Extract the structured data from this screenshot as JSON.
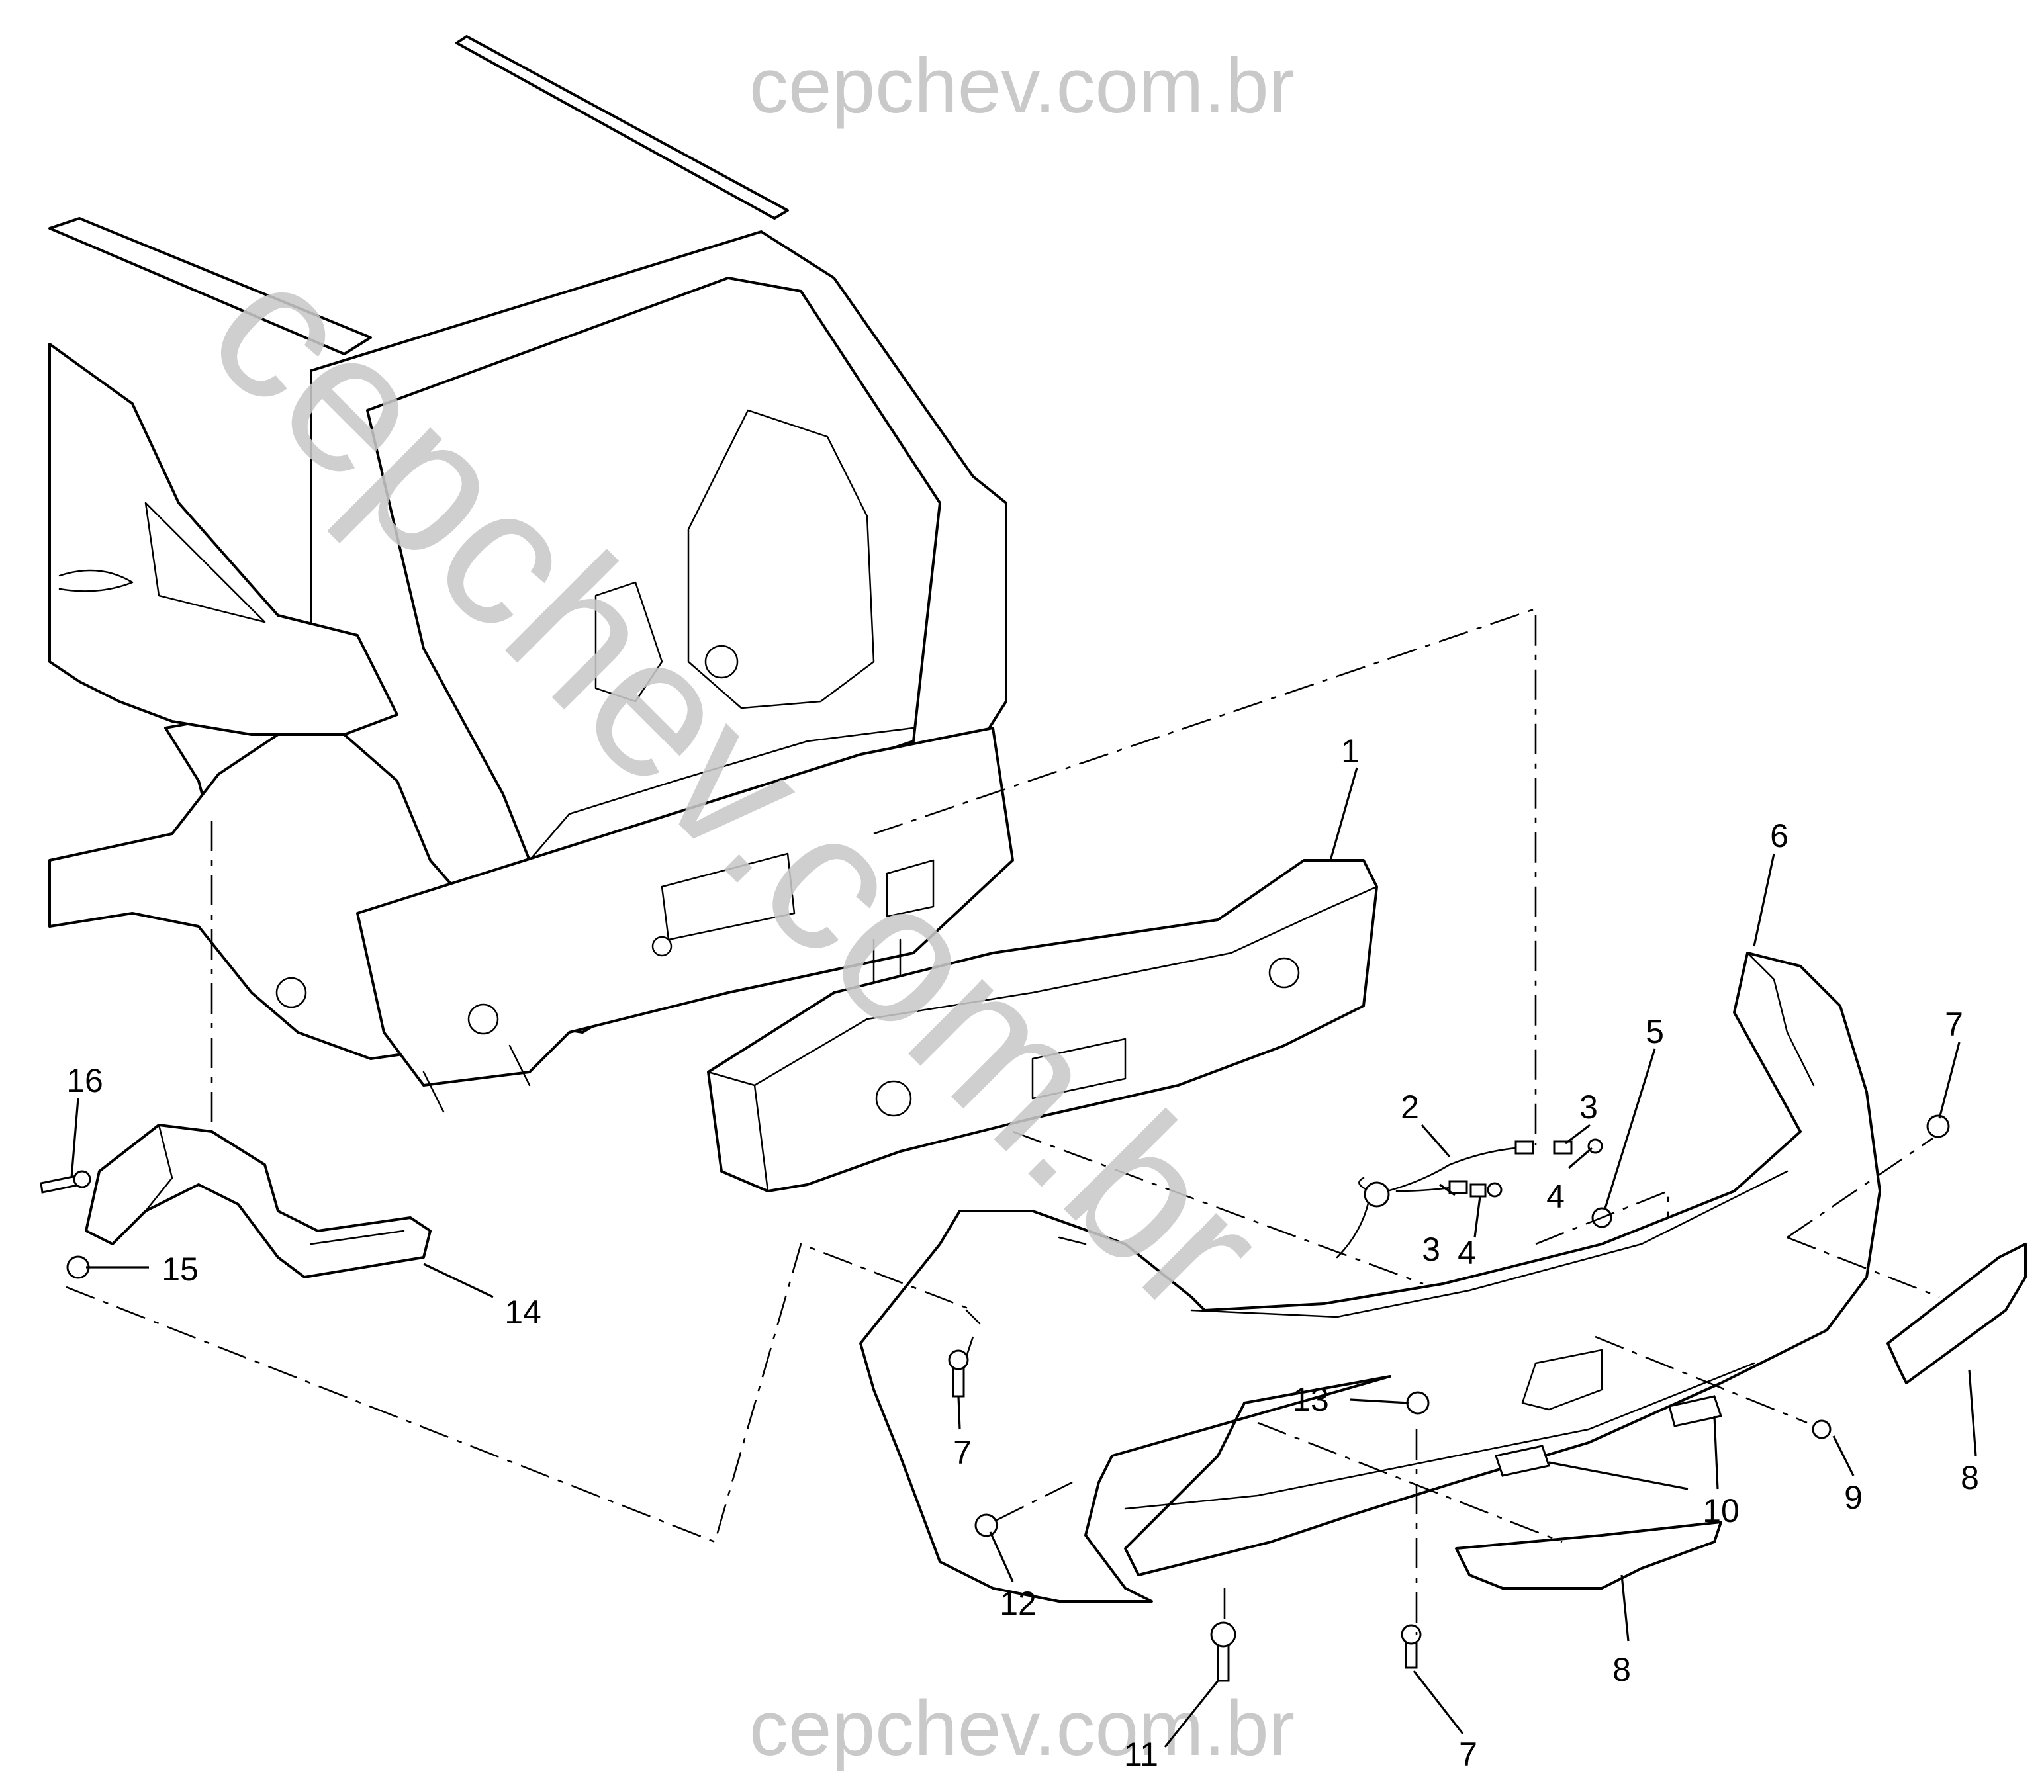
{
  "watermark": {
    "top": "cepchev.com.br",
    "bottom": "cepchev.com.br",
    "diagonal": "cepchev.com.br",
    "color": "#c9c9c9"
  },
  "callouts": {
    "c1": "1",
    "c2": "2",
    "c3a": "3",
    "c3b": "3",
    "c4a": "4",
    "c4b": "4",
    "c5": "5",
    "c6": "6",
    "c7a": "7",
    "c7b": "7",
    "c7c": "7",
    "c8a": "8",
    "c8b": "8",
    "c9": "9",
    "c10": "10",
    "c11": "11",
    "c12": "12",
    "c13": "13",
    "c14": "14",
    "c15": "15",
    "c16": "16"
  }
}
